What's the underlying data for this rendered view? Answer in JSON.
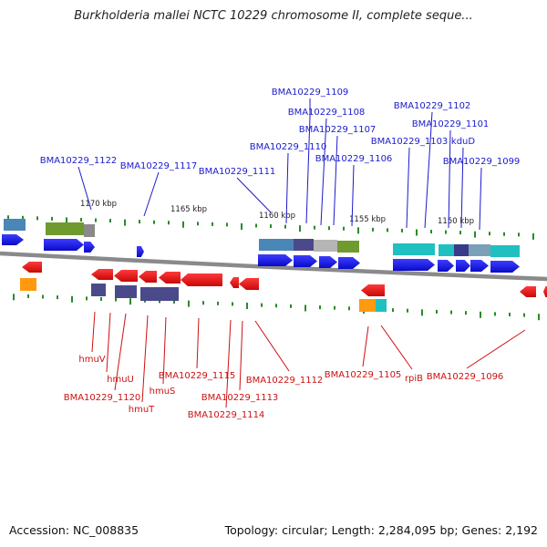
{
  "title": "Burkholderia mallei NCTC 10229 chromosome II, complete seque...",
  "footer": {
    "accession": "Accession: NC_008835",
    "stats": "Topology: circular; Length: 2,284,095 bp; Genes: 2,192"
  },
  "scale": [
    "1170 kbp",
    "1165 kbp",
    "1160 kbp",
    "1155 kbp",
    "1150 kbp"
  ],
  "labels_top": [
    "BMA10229_1109",
    "BMA10229_1108",
    "BMA10229_1107",
    "BMA10229_1110",
    "BMA10229_1106",
    "BMA10229_1111",
    "BMA10229_1117",
    "BMA10229_1122",
    "BMA10229_1102",
    "BMA10229_1101",
    "BMA10229_1103",
    "kduD",
    "BMA10229_1099"
  ],
  "labels_bottom": [
    "hmuV",
    "hmuU",
    "BMA10229_1120",
    "hmuS",
    "hmuT",
    "BMA10229_1115",
    "BMA10229_1113",
    "BMA10229_1114",
    "BMA10229_1112",
    "BMA10229_1105",
    "rpiB",
    "BMA10229_1096"
  ],
  "colors": {
    "forward_label": "#1a1acc",
    "reverse_label": "#cc1111",
    "forward_gene": "#1010e0",
    "reverse_gene": "#e01010",
    "tick": "#2a8a2a",
    "backbone": "#8a8a8a"
  }
}
